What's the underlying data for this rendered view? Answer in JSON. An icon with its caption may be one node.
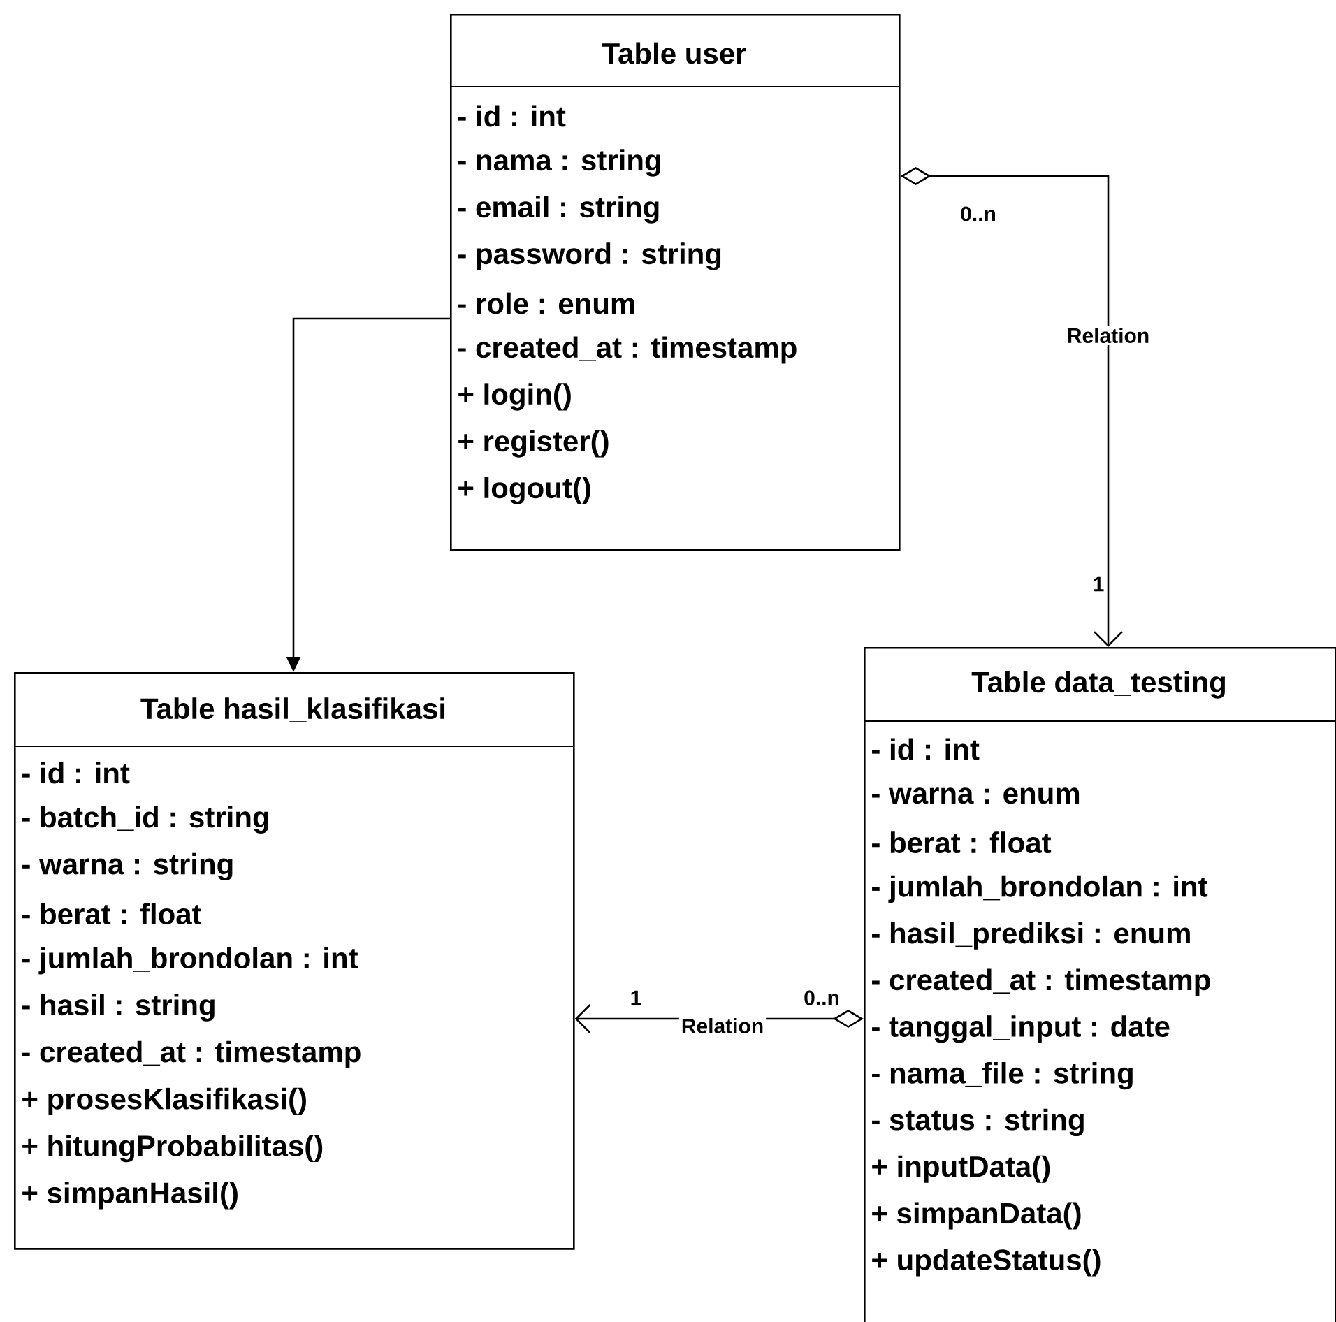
{
  "diagram": {
    "nodes": [
      {
        "text": [
          "Table user",
          "- id : int",
          "- nama : string",
          "- email : string",
          "- password : string",
          "- role : enum",
          "- created_at : timestamp",
          "+ login()",
          "+ register()",
          "+ logout()"
        ]
      },
      {
        "text": [
          "Table hasil_klasifikasi",
          "- id : int",
          "- batch_id : string",
          "- warna : string",
          "- berat : float",
          "- jumlah_brondolan : int",
          "- hasil : string",
          "- created_at : timestamp",
          "+ prosesKlasifikasi()",
          "+ hitungProbabilitas()",
          "+ simpanHasil()"
        ]
      },
      {
        "text": [
          "Table data_testing",
          "- id : int",
          "- warna : enum",
          "- berat : float",
          "- jumlah_brondolan : int",
          "- hasil_prediksi : enum",
          "- created_at : timestamp",
          "- tanggal_input : date",
          "- nama_file : string",
          "- status : string",
          "+ inputData()",
          "+ simpanData()",
          "+ updateStatus()"
        ]
      }
    ],
    "edges": [
      {
        "from": 0,
        "to": 1,
        "arrow": "to"
      },
      {
        "from": 0,
        "to": 2,
        "arrow": "to",
        "label": "Relation"
      },
      {
        "from": 2,
        "to": 1,
        "arrow": "to",
        "label": "Relation"
      }
    ],
    "labels": [
      "0..n",
      "1",
      "1",
      "0..n"
    ]
  }
}
